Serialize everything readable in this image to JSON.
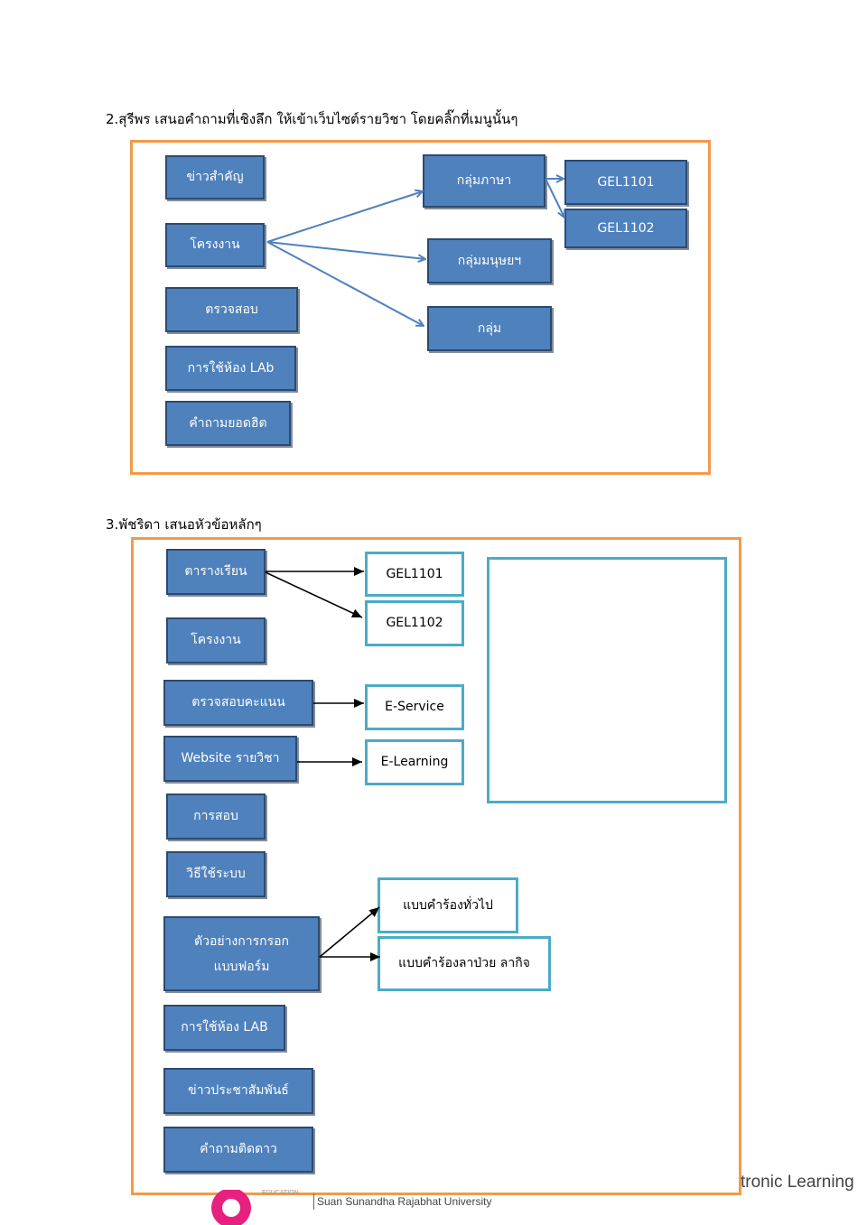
{
  "section2": {
    "heading": "2.สุรีพร เสนอคำถามที่เชิงลึก ให้เข้าเว็บไซต์รายวิชา โดยคลิ๊กที่เมนูนั้นๆ",
    "menu": [
      "ข่าวสำคัญ",
      "โครงงาน",
      "ตรวจสอบ",
      "การใช้ห้อง LAb",
      "คำถามยอดฮิต"
    ],
    "groups": [
      "กลุ่มภาษา",
      "กลุ่มมนุษยฯ",
      "กลุ่ม"
    ],
    "courses": [
      "GEL1101",
      "GEL1102"
    ]
  },
  "section3": {
    "heading": "3.พัชริดา เสนอหัวข้อหลักๆ",
    "menu": [
      "ตารางเรียน",
      "โครงงาน",
      "ตรวจสอบคะแนน",
      "Website รายวิชา",
      "การสอบ",
      "วิธีใช้ระบบ",
      "ตัวอย่างการกรอก แบบฟอร์ม",
      "การใช้ห้อง LAB",
      "ข่าวประชาสัมพันธ์",
      "คำถามติดดาว"
    ],
    "targets": [
      "GEL1101",
      "GEL1102",
      "E-Service",
      "E-Learning",
      "แบบคำร้องทั่วไป",
      "แบบคำร้องลาป่วย ลากิจ"
    ]
  },
  "footer": {
    "logo_word": "EDUCATION",
    "university": "Suan Sunandha Rajabhat University",
    "right_text": "tronic Learning"
  },
  "colors": {
    "frame": "#f29a4a",
    "blue_box": "#4f81bd",
    "teal_border": "#4bacc6",
    "arrow_blue": "#4f81bd",
    "logo_pink": "#e6217f"
  }
}
